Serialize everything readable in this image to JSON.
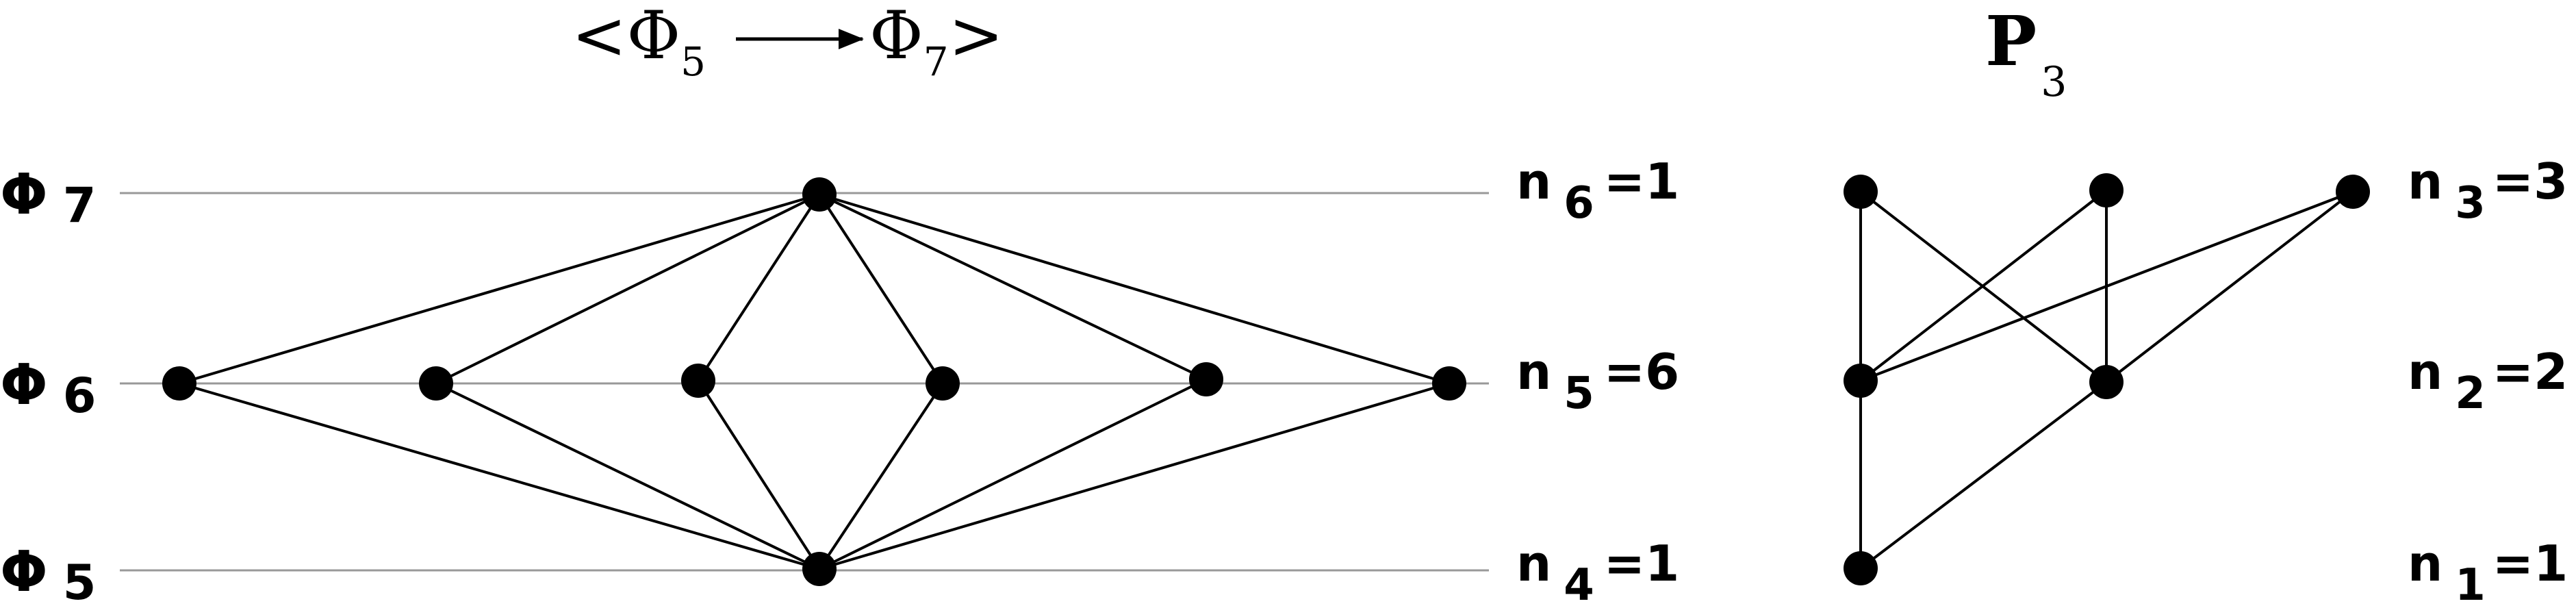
{
  "left": {
    "title": {
      "open": "<",
      "phi1": "Φ",
      "sub1": "5",
      "phi2": "Φ",
      "sub2": "7",
      "close": ">"
    },
    "levels": [
      {
        "phi": "Φ",
        "sub": "7",
        "n_letter": "n",
        "n_sub": "6",
        "n_eq": "=1"
      },
      {
        "phi": "Φ",
        "sub": "6",
        "n_letter": "n",
        "n_sub": "5",
        "n_eq": "=6"
      },
      {
        "phi": "Φ",
        "sub": "5",
        "n_letter": "n",
        "n_sub": "4",
        "n_eq": "=1"
      }
    ],
    "nodes": [
      {
        "id": "top",
        "level": 0
      },
      {
        "id": "m1",
        "level": 1
      },
      {
        "id": "m2",
        "level": 1
      },
      {
        "id": "m3",
        "level": 1
      },
      {
        "id": "m4",
        "level": 1
      },
      {
        "id": "m5",
        "level": 1
      },
      {
        "id": "m6",
        "level": 1
      },
      {
        "id": "bot",
        "level": 2
      }
    ],
    "edges": [
      [
        "top",
        "m1"
      ],
      [
        "top",
        "m2"
      ],
      [
        "top",
        "m3"
      ],
      [
        "top",
        "m4"
      ],
      [
        "top",
        "m5"
      ],
      [
        "top",
        "m6"
      ],
      [
        "bot",
        "m1"
      ],
      [
        "bot",
        "m2"
      ],
      [
        "bot",
        "m3"
      ],
      [
        "bot",
        "m4"
      ],
      [
        "bot",
        "m5"
      ],
      [
        "bot",
        "m6"
      ]
    ]
  },
  "right": {
    "title": {
      "letter": "P",
      "sub": "3"
    },
    "levels": [
      {
        "n_letter": "n",
        "n_sub": "3",
        "n_eq": "=3"
      },
      {
        "n_letter": "n",
        "n_sub": "2",
        "n_eq": "=2"
      },
      {
        "n_letter": "n",
        "n_sub": "1",
        "n_eq": "=1"
      }
    ],
    "nodes": [
      {
        "id": "t1",
        "level": 0
      },
      {
        "id": "t2",
        "level": 0
      },
      {
        "id": "t3",
        "level": 0
      },
      {
        "id": "mA",
        "level": 1
      },
      {
        "id": "mB",
        "level": 1
      },
      {
        "id": "b1",
        "level": 2
      }
    ],
    "edges": [
      [
        "t1",
        "mA"
      ],
      [
        "t1",
        "mB"
      ],
      [
        "t2",
        "mA"
      ],
      [
        "t2",
        "mB"
      ],
      [
        "t3",
        "mA"
      ],
      [
        "t3",
        "mB"
      ],
      [
        "mA",
        "b1"
      ],
      [
        "mB",
        "b1"
      ]
    ]
  }
}
